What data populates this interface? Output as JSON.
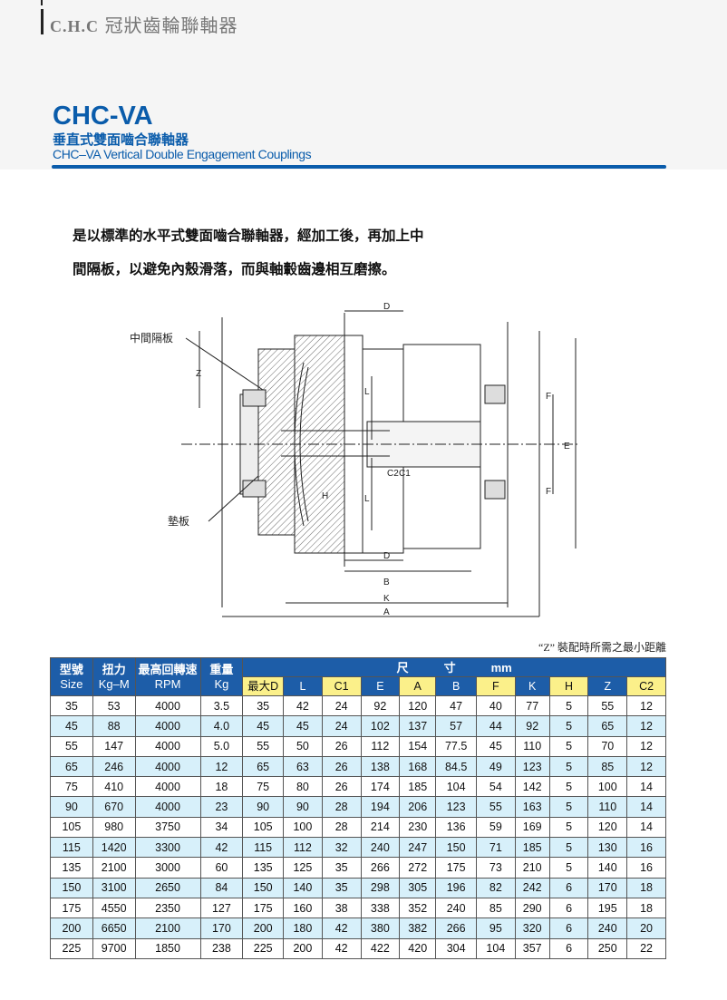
{
  "header": {
    "brand_en": "C.H.C",
    "brand_zh": "冠狀齒輪聯軸器"
  },
  "title": "CHC-VA",
  "subtitle_zh": "垂直式雙面嚙合聯軸器",
  "subtitle_en": "CHC–VA  Vertical Double Engagement Couplings",
  "description": [
    "是以標準的水平式雙面嚙合聯軸器，經加工後，再加上中",
    "間隔板，以避免內殼滑落，而與軸轂齒邊相互磨擦。"
  ],
  "drawing": {
    "label_spacer": "中間隔板",
    "label_pad": "墊板",
    "dims": {
      "D": "D",
      "Z": "Z",
      "L": "L",
      "C1": "C1",
      "C2": "C2",
      "H": "H",
      "F": "F",
      "E": "E",
      "B": "B",
      "K": "K",
      "A": "A"
    }
  },
  "note": "“Z” 裝配時所需之最小距離",
  "table": {
    "group_headers": [
      {
        "zh": "型號",
        "en": "Size"
      },
      {
        "zh": "扭力",
        "en": "Kg–M"
      },
      {
        "zh": "最高回轉速",
        "en": "RPM"
      },
      {
        "zh": "重量",
        "en": "Kg"
      }
    ],
    "dims_header": "尺　　　寸　　　mm",
    "dim_columns": [
      "最大D",
      "L",
      "C1",
      "E",
      "A",
      "B",
      "F",
      "K",
      "H",
      "Z",
      "C2"
    ],
    "rows": [
      [
        "35",
        "53",
        "4000",
        "3.5",
        "35",
        "42",
        "24",
        "92",
        "120",
        "47",
        "40",
        "77",
        "5",
        "55",
        "12"
      ],
      [
        "45",
        "88",
        "4000",
        "4.0",
        "45",
        "45",
        "24",
        "102",
        "137",
        "57",
        "44",
        "92",
        "5",
        "65",
        "12"
      ],
      [
        "55",
        "147",
        "4000",
        "5.0",
        "55",
        "50",
        "26",
        "112",
        "154",
        "77.5",
        "45",
        "110",
        "5",
        "70",
        "12"
      ],
      [
        "65",
        "246",
        "4000",
        "12",
        "65",
        "63",
        "26",
        "138",
        "168",
        "84.5",
        "49",
        "123",
        "5",
        "85",
        "12"
      ],
      [
        "75",
        "410",
        "4000",
        "18",
        "75",
        "80",
        "26",
        "174",
        "185",
        "104",
        "54",
        "142",
        "5",
        "100",
        "14"
      ],
      [
        "90",
        "670",
        "4000",
        "23",
        "90",
        "90",
        "28",
        "194",
        "206",
        "123",
        "55",
        "163",
        "5",
        "110",
        "14"
      ],
      [
        "105",
        "980",
        "3750",
        "34",
        "105",
        "100",
        "28",
        "214",
        "230",
        "136",
        "59",
        "169",
        "5",
        "120",
        "14"
      ],
      [
        "115",
        "1420",
        "3300",
        "42",
        "115",
        "112",
        "32",
        "240",
        "247",
        "150",
        "71",
        "185",
        "5",
        "130",
        "16"
      ],
      [
        "135",
        "2100",
        "3000",
        "60",
        "135",
        "125",
        "35",
        "266",
        "272",
        "175",
        "73",
        "210",
        "5",
        "140",
        "16"
      ],
      [
        "150",
        "3100",
        "2650",
        "84",
        "150",
        "140",
        "35",
        "298",
        "305",
        "196",
        "82",
        "242",
        "6",
        "170",
        "18"
      ],
      [
        "175",
        "4550",
        "2350",
        "127",
        "175",
        "160",
        "38",
        "338",
        "352",
        "240",
        "85",
        "290",
        "6",
        "195",
        "18"
      ],
      [
        "200",
        "6650",
        "2100",
        "170",
        "200",
        "180",
        "42",
        "380",
        "382",
        "266",
        "95",
        "320",
        "6",
        "240",
        "20"
      ],
      [
        "225",
        "9700",
        "1850",
        "238",
        "225",
        "200",
        "42",
        "422",
        "420",
        "304",
        "104",
        "357",
        "6",
        "250",
        "22"
      ]
    ]
  },
  "colors": {
    "brand_blue": "#0a5cab",
    "header_blue": "#1d5da8",
    "highlight_yellow": "#fbf08a",
    "row_alt": "#d7f0fa"
  }
}
